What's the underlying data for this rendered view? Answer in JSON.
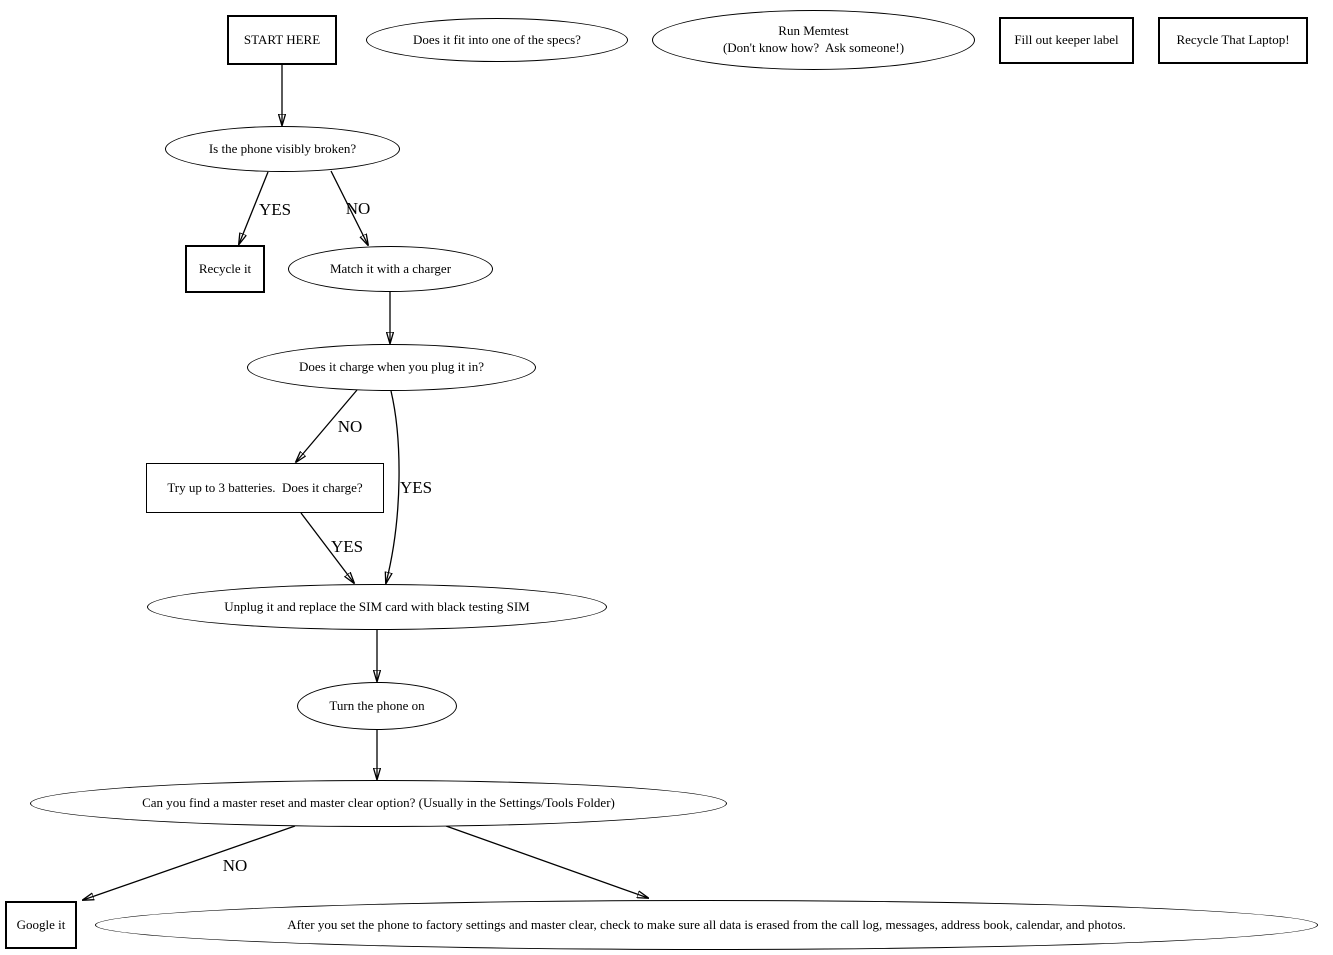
{
  "diagram": {
    "background": "#ffffff",
    "stroke_color": "#000000",
    "node_fill": "#ffffff",
    "nodes": {
      "start": "START HERE",
      "specs": "Does it fit into one of the specs?",
      "memtest": "Run Memtest\n(Don't know how?  Ask someone!)",
      "keeper": "Fill out keeper label",
      "laptop": "Recycle That Laptop!",
      "broken": "Is the phone visibly broken?",
      "recycle": "Recycle it",
      "charger": "Match it with a charger",
      "charge": "Does it charge when you plug it in?",
      "batteries": "Try up to 3 batteries.  Does it charge?",
      "sim": "Unplug it and replace the SIM card with black testing SIM",
      "turnon": "Turn the phone on",
      "master": "Can you find a master reset and master clear option? (Usually in the Settings/Tools Folder)",
      "google": "Google it",
      "factory": "After you set the phone to factory settings and master clear, check to make sure all data is erased from the call log, messages, address book, calendar, and photos."
    },
    "edge_labels": {
      "broken_yes": "YES",
      "broken_no": "NO",
      "charge_no": "NO",
      "charge_yes": "YES",
      "batteries_yes": "YES",
      "master_no": "NO"
    }
  }
}
